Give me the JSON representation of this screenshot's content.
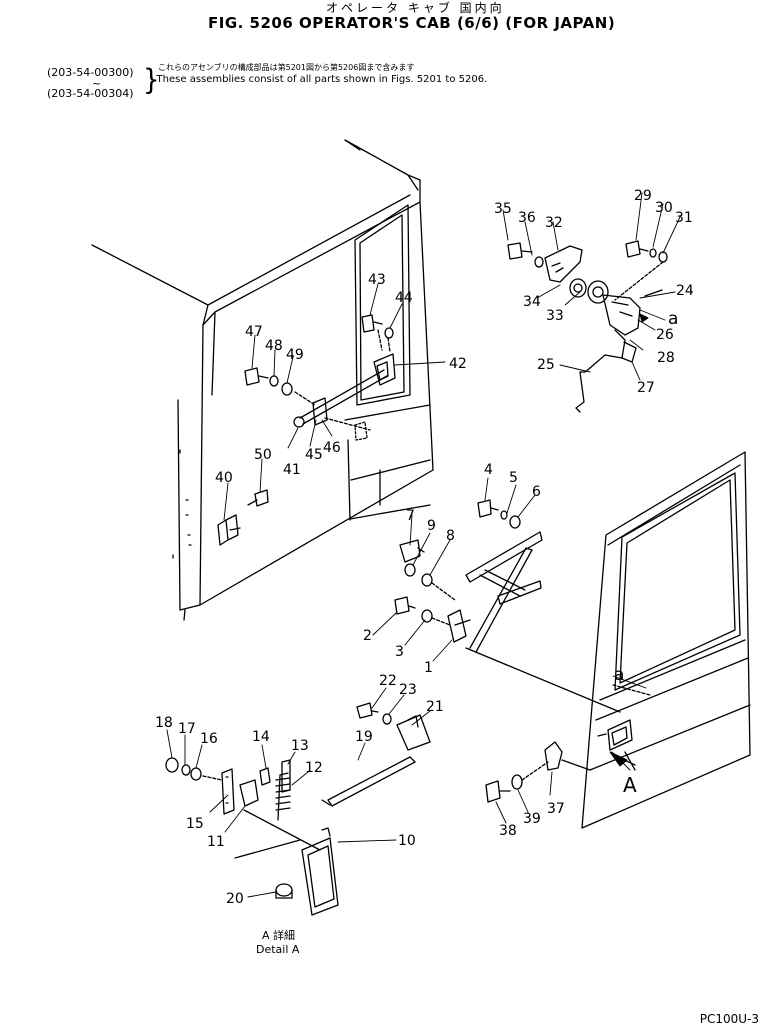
{
  "header": {
    "jp_title": "オペレータ キャブ 国内向",
    "title": "FIG. 5206 OPERATOR'S CAB (6/6) (FOR JAPAN)",
    "serial_from": "(203-54-00300)",
    "serial_tilde": "~",
    "serial_to": "(203-54-00304)",
    "note_jp": "これらのアセンブリの構成部品は第5201図から第5206図まで含みます",
    "note_en": ": These assemblies consist of all parts shown in Figs. 5201 to 5206."
  },
  "detail": {
    "jp": "A 詳細",
    "en": "Detail A"
  },
  "footer": {
    "code": "PC100U-3"
  },
  "callouts": [
    "1",
    "2",
    "3",
    "4",
    "5",
    "6",
    "7",
    "8",
    "9",
    "10",
    "11",
    "12",
    "13",
    "14",
    "15",
    "16",
    "17",
    "18",
    "19",
    "20",
    "21",
    "22",
    "23",
    "24",
    "25",
    "26",
    "27",
    "28",
    "29",
    "30",
    "31",
    "32",
    "33",
    "34",
    "35",
    "36",
    "37",
    "38",
    "39",
    "40",
    "41",
    "42",
    "43",
    "44",
    "45",
    "46",
    "47",
    "48",
    "49",
    "50"
  ],
  "view_marks": {
    "a_lower": "a",
    "a_upper": "a",
    "A": "A"
  }
}
